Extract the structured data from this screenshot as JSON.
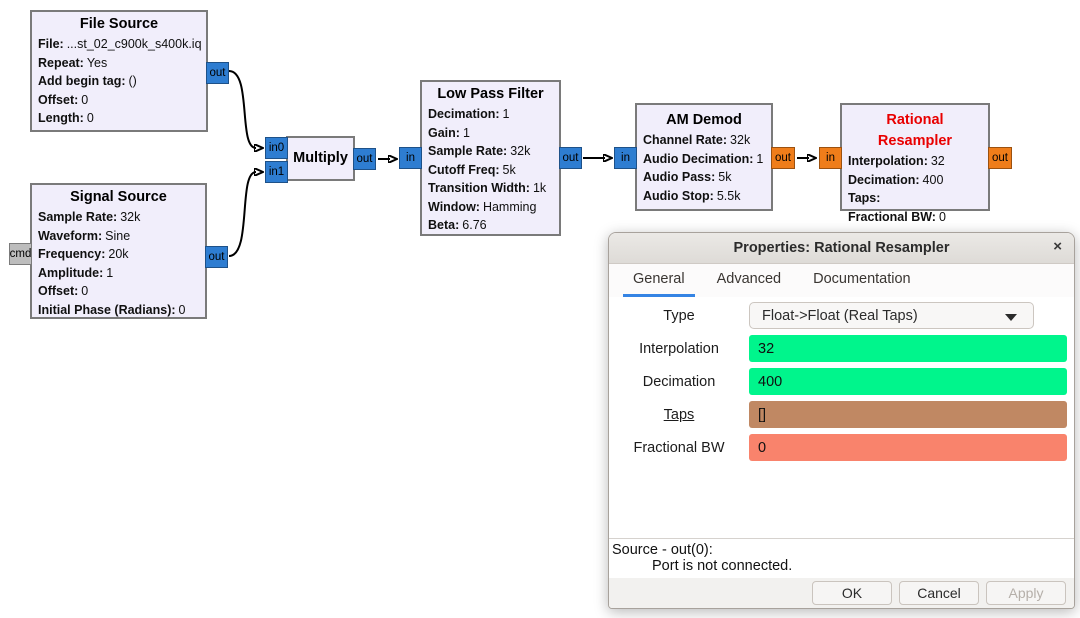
{
  "canvas": {
    "blocks": {
      "file_source": {
        "title": "File Source",
        "params": [
          {
            "label": "File:",
            "value": "...st_02_c900k_s400k.iq"
          },
          {
            "label": "Repeat:",
            "value": "Yes"
          },
          {
            "label": "Add begin tag:",
            "value": "()"
          },
          {
            "label": "Offset:",
            "value": "0"
          },
          {
            "label": "Length:",
            "value": "0"
          }
        ],
        "ports": {
          "out": "out"
        }
      },
      "signal_source": {
        "title": "Signal Source",
        "params": [
          {
            "label": "Sample Rate:",
            "value": "32k"
          },
          {
            "label": "Waveform:",
            "value": "Sine"
          },
          {
            "label": "Frequency:",
            "value": "20k"
          },
          {
            "label": "Amplitude:",
            "value": "1"
          },
          {
            "label": "Offset:",
            "value": "0"
          },
          {
            "label": "Initial Phase (Radians):",
            "value": "0"
          }
        ],
        "ports": {
          "cmd": "cmd",
          "out": "out"
        }
      },
      "multiply": {
        "title": "Multiply",
        "ports": {
          "in0": "in0",
          "in1": "in1",
          "out": "out"
        }
      },
      "low_pass_filter": {
        "title": "Low Pass Filter",
        "params": [
          {
            "label": "Decimation:",
            "value": "1"
          },
          {
            "label": "Gain:",
            "value": "1"
          },
          {
            "label": "Sample Rate:",
            "value": "32k"
          },
          {
            "label": "Cutoff Freq:",
            "value": "5k"
          },
          {
            "label": "Transition Width:",
            "value": "1k"
          },
          {
            "label": "Window:",
            "value": "Hamming"
          },
          {
            "label": "Beta:",
            "value": "6.76"
          }
        ],
        "ports": {
          "in": "in",
          "out": "out"
        }
      },
      "am_demod": {
        "title": "AM Demod",
        "params": [
          {
            "label": "Channel Rate:",
            "value": "32k"
          },
          {
            "label": "Audio Decimation:",
            "value": "1"
          },
          {
            "label": "Audio Pass:",
            "value": "5k"
          },
          {
            "label": "Audio Stop:",
            "value": "5.5k"
          }
        ],
        "ports": {
          "in": "in",
          "out": "out"
        }
      },
      "rational_resampler": {
        "title": "Rational Resampler",
        "params": [
          {
            "label": "Interpolation:",
            "value": "32"
          },
          {
            "label": "Decimation:",
            "value": "400"
          },
          {
            "label": "Taps:",
            "value": ""
          },
          {
            "label": "Fractional BW:",
            "value": "0"
          }
        ],
        "ports": {
          "in": "in",
          "out": "out"
        }
      }
    },
    "colors": {
      "complex_port": "#2e7dd1",
      "float_port": "#ef7d1a",
      "message_port": "#bdbdbd",
      "block_fill": "#f1eefb",
      "error_title": "#e90000"
    }
  },
  "dialog": {
    "title": "Properties: Rational Resampler",
    "close_label": "×",
    "tabs": [
      {
        "label": "General"
      },
      {
        "label": "Advanced"
      },
      {
        "label": "Documentation"
      }
    ],
    "fields": {
      "type": {
        "label": "Type",
        "value": "Float->Float (Real Taps)"
      },
      "interpolation": {
        "label": "Interpolation",
        "value": "32",
        "color": "#00f58c"
      },
      "decimation": {
        "label": "Decimation",
        "value": "400",
        "color": "#00f58c"
      },
      "taps": {
        "label": "Taps",
        "value": "[]",
        "color": "#c08863"
      },
      "fractional_bw": {
        "label": "Fractional BW",
        "value": "0",
        "color": "#f9836c"
      }
    },
    "error": {
      "line1": "Source - out(0):",
      "line2": "Port is not connected."
    },
    "buttons": {
      "ok": "OK",
      "cancel": "Cancel",
      "apply": "Apply"
    },
    "accent_color": "#3584e4"
  }
}
